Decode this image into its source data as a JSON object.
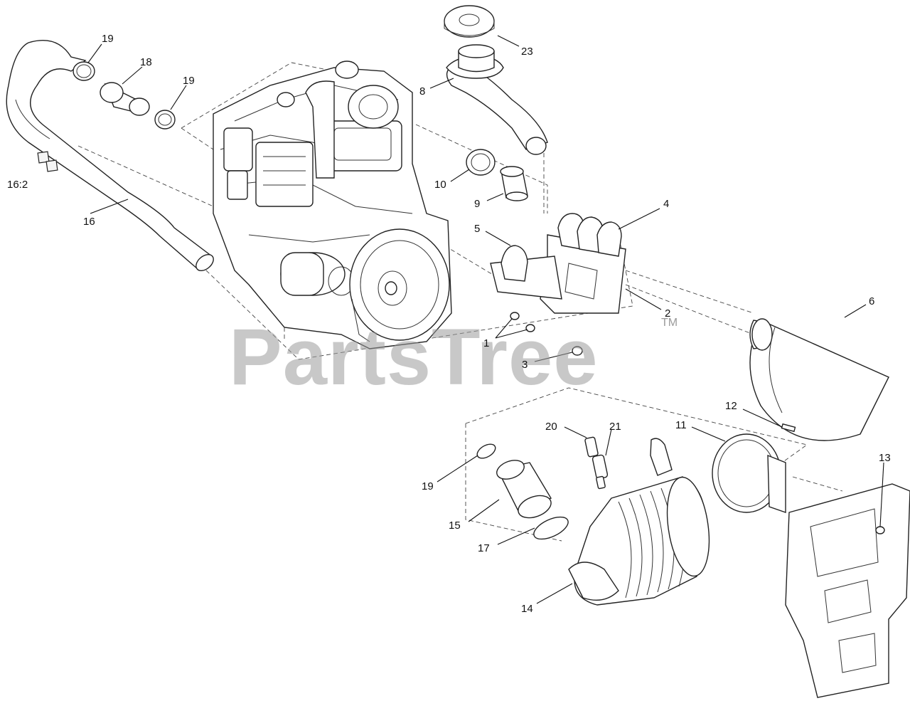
{
  "watermark": {
    "brand": "PartsTree",
    "trademark": "TM"
  },
  "callouts": [
    {
      "id": "c19a",
      "label": "19"
    },
    {
      "id": "c18",
      "label": "18"
    },
    {
      "id": "c19b",
      "label": "19"
    },
    {
      "id": "c23",
      "label": "23"
    },
    {
      "id": "c8",
      "label": "8"
    },
    {
      "id": "c10",
      "label": "10"
    },
    {
      "id": "c9",
      "label": "9"
    },
    {
      "id": "c4",
      "label": "4"
    },
    {
      "id": "c5",
      "label": "5"
    },
    {
      "id": "c2",
      "label": "2"
    },
    {
      "id": "c6",
      "label": "6"
    },
    {
      "id": "c1",
      "label": "1"
    },
    {
      "id": "c3",
      "label": "3"
    },
    {
      "id": "c16_2",
      "label": "16:2"
    },
    {
      "id": "c16",
      "label": "16"
    },
    {
      "id": "c12",
      "label": "12"
    },
    {
      "id": "c20",
      "label": "20"
    },
    {
      "id": "c21",
      "label": "21"
    },
    {
      "id": "c11",
      "label": "11"
    },
    {
      "id": "c13",
      "label": "13"
    },
    {
      "id": "c19c",
      "label": "19"
    },
    {
      "id": "c15",
      "label": "15"
    },
    {
      "id": "c17",
      "label": "17"
    },
    {
      "id": "c14",
      "label": "14"
    }
  ]
}
